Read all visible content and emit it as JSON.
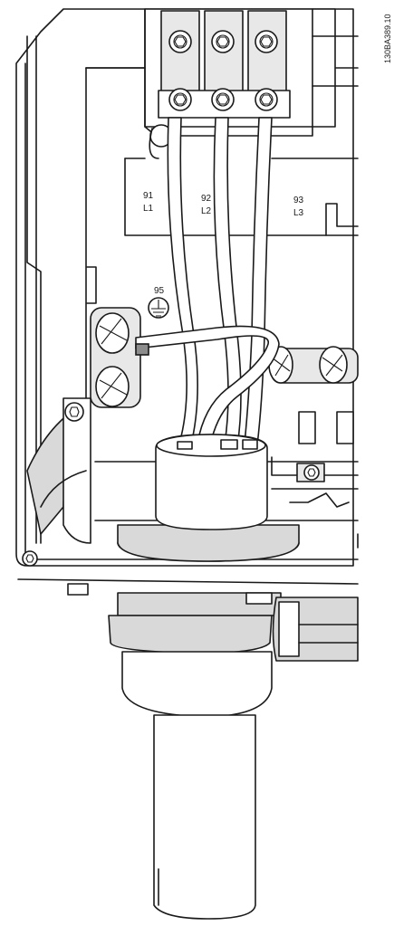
{
  "figure_id": "130BA389.10",
  "terminals": [
    {
      "number": "91",
      "phase": "L1"
    },
    {
      "number": "92",
      "phase": "L2"
    },
    {
      "number": "93",
      "phase": "L3"
    }
  ],
  "ground": {
    "number": "95"
  }
}
